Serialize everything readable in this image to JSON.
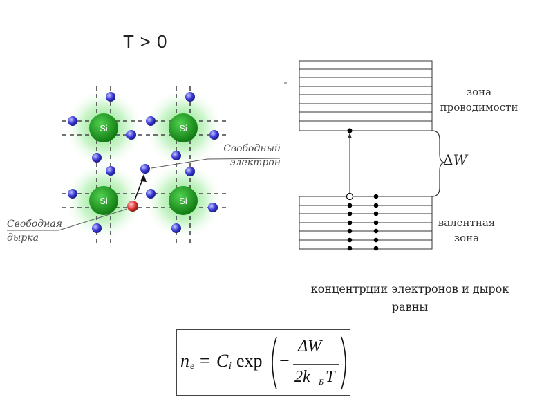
{
  "title": "T > 0",
  "lattice": {
    "atom_label": "Si",
    "free_electron_caption": [
      "Свободный",
      "электрон"
    ],
    "free_hole_caption": [
      "Свободная",
      "дырка"
    ]
  },
  "band_diagram": {
    "conduction_label": [
      "зона",
      "проводимости"
    ],
    "valence_label": [
      "валентная",
      "зона"
    ],
    "gap_symbol": "Δ",
    "gap_var": "W"
  },
  "conclusion": [
    "концентрции электронов и дырок",
    "равны"
  ],
  "formula": {
    "lhs": "n",
    "lhs_sub": "e",
    "equals": "=",
    "coef": "C",
    "coef_sub": "i",
    "func": "exp",
    "minus": "−",
    "numerator": "ΔW",
    "denominator": "2k",
    "denominator_sub": "Б",
    "denominator_tail": "T"
  },
  "colors": {
    "si_atom": "#1f9a1f",
    "electron": "#3a3ad8",
    "hole": "#e23a3a",
    "glow": "#7ee07e"
  }
}
